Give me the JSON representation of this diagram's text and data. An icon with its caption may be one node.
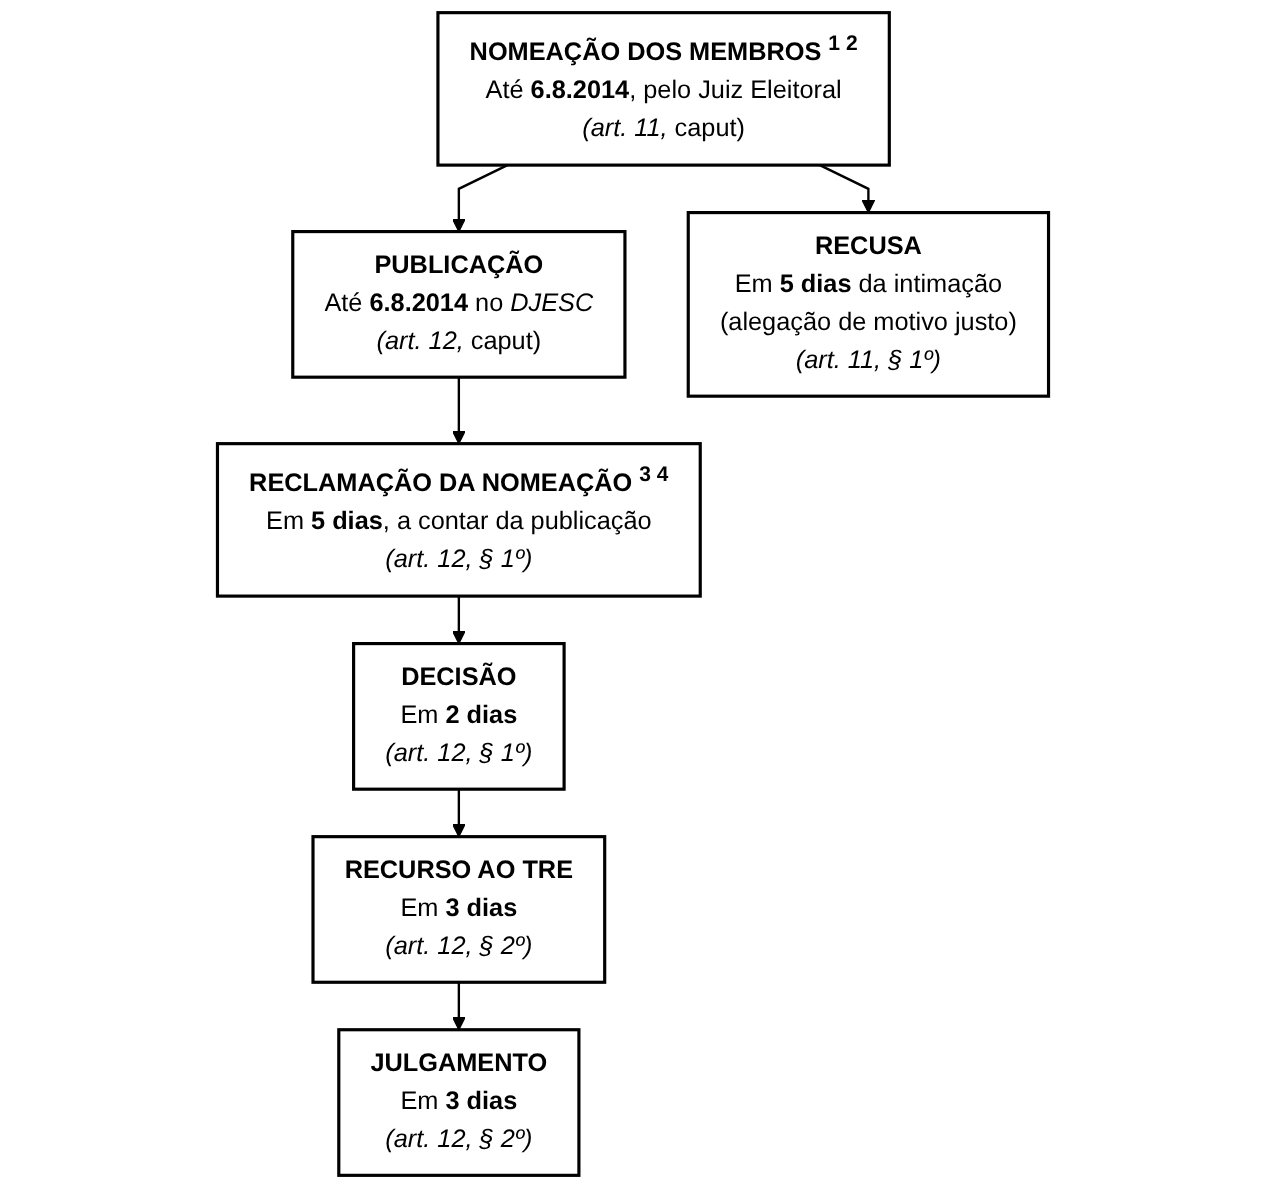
{
  "diagram": {
    "nodes": [
      {
        "text": [
          "NOMEAÇÃO DOS MEMBROS $^{1 2}$",
          "Até **6.8.2014**, pelo Juiz Eleitoral",
          "*(art. 11,* caput)"
        ]
      },
      {
        "text": [
          "RECUSA",
          "Em **5 dias** da intimação",
          "(alegação de motivo justo)",
          "*(art. 11, § 1º)*"
        ]
      },
      {
        "text": [
          "PUBLICAÇÃO",
          "Até **6.8.2014** no *DJESC*",
          "*(art. 12,* caput)"
        ]
      },
      {
        "text": [
          "RECLAMAÇÃO DA NOMEAÇÃO $^{3 4}$",
          "Em **5 dias**, a contar da publicação",
          "*(art. 12, § 1º)*"
        ]
      },
      {
        "text": [
          "DECISÃO",
          "Em **2 dias**",
          "*(art. 12, § 1º)*"
        ]
      },
      {
        "text": [
          "RECURSO AO TRE",
          "Em **3 dias**",
          "*(art. 12, § 2º)*"
        ]
      },
      {
        "text": [
          "JULGAMENTO",
          "Em **3 dias**",
          "*(art. 12, § 2º)*"
        ]
      }
    ],
    "edges": [
      {
        "from": 0,
        "to": 2,
        "arrow": "to"
      },
      {
        "from": 0,
        "to": 1,
        "arrow": "to"
      },
      {
        "from": 2,
        "to": 3,
        "arrow": "to"
      },
      {
        "from": 3,
        "to": 4,
        "arrow": "to"
      },
      {
        "from": 4,
        "to": 5,
        "arrow": "to"
      },
      {
        "from": 5,
        "to": 6,
        "arrow": "to"
      }
    ]
  }
}
